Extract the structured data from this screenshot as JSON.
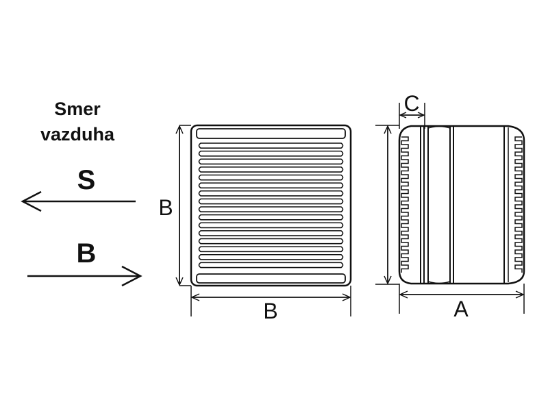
{
  "legend": {
    "title_line1": "Smer",
    "title_line2": "vazduha",
    "suction_letter": "S",
    "blow_letter": "B"
  },
  "front_view": {
    "height_label": "B",
    "width_label": "B",
    "louver_count": 16
  },
  "side_view": {
    "offset_label": "C",
    "depth_label": "A"
  },
  "colors": {
    "ink": "#111111",
    "background": "#ffffff"
  }
}
